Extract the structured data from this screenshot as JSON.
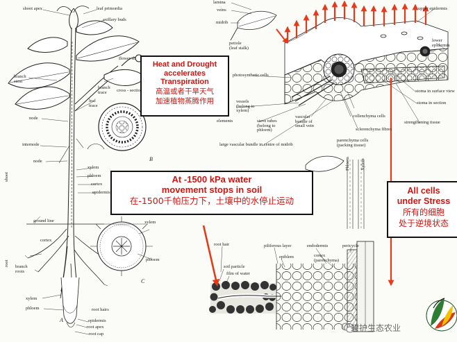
{
  "callouts": {
    "heat": {
      "en_line1": "Heat and Drought",
      "en_line2": "accelerates",
      "en_line3": "Transpiration",
      "zh_line1": "高温或者干旱天气",
      "zh_line2": "加速植物蒸腾作用"
    },
    "soil": {
      "en_line1": "At -1500 kPa water",
      "en_line2": "movement stops in soil",
      "zh_line1": "在-1500千帕压力下，土壤中的水停止运动"
    },
    "stress": {
      "en_line1": "All cells",
      "en_line2": "under Stress",
      "zh_line1": "所有的细胞",
      "zh_line2": "处于逆境状态"
    }
  },
  "plant_labels": {
    "shoot_apex": "shoot apex",
    "leaf_primordia": "leaf primordia",
    "axillary_buds": "axillary buds",
    "flower_shoot": "flower sh",
    "branch_stem": "branch stem",
    "branch_trace": "branch trace",
    "leaf_trace": "leaf trace",
    "cross_section_leaf": "cross - section of leaf",
    "node_1": "node",
    "internode": "internode",
    "node_2": "node",
    "xylem": "xylem",
    "phloem": "phloem",
    "cortex": "cortex",
    "epidermis": "epidermis",
    "shoot": "shoot",
    "ground_line": "ground line",
    "root": "root",
    "cortex_2": "cortex",
    "branch_roots": "branch roots",
    "xylem_2": "xylem",
    "phloem_2": "phloem",
    "root_hairs": "root hairs",
    "epidermis_2": "epidermis",
    "root_apex": "root apex",
    "root_cap": "root cap",
    "xylem_3": "xylem",
    "phloem_3": "phloem",
    "letter_a": "A",
    "letter_b": "B",
    "letter_c": "C"
  },
  "leaf_labels": {
    "lamina": "lamina",
    "veins": "veins",
    "midrib": "midrib",
    "petiole": "petiole (leaf stalk)",
    "photosynthetic_cells": "photosynthetic cells",
    "vessels": "vessels (belong to xylem)",
    "elements": "elements",
    "sieve_tubes": "sieve tubes (belong to phloem)",
    "vascular_bundle": "vascular bundle of small vein",
    "collenchyma": "collenchyma cells",
    "sclerenchyma": "sclerenchyma fibres",
    "parenchyma": "parenchyma cells (packing tissue)",
    "large_bundle": "large vascular bundle in centre of midrib",
    "upper_epidermis": "upper epidermis",
    "lower_epidermis": "lower epidermis",
    "stoma_surface": "stoma in surface view",
    "stoma_section": "stoma in section",
    "strengthening": "strengthening tissue"
  },
  "root_labels": {
    "phloem": "Phloem",
    "xylem": "Xylem",
    "root_hair": "root hair",
    "piliferous": "piliferous layer",
    "endodermis": "endodermis",
    "pericycle": "pericycle",
    "soil_particle": "soil particle",
    "film_water": "film of water",
    "epiblem": "epiblem",
    "cortex": "cortex (parenchyma)"
  },
  "watermark": "碧护生态农业",
  "colors": {
    "callout_text": "#d0140f",
    "arrow_red": "#e43a1a",
    "line_ink": "#222222"
  }
}
